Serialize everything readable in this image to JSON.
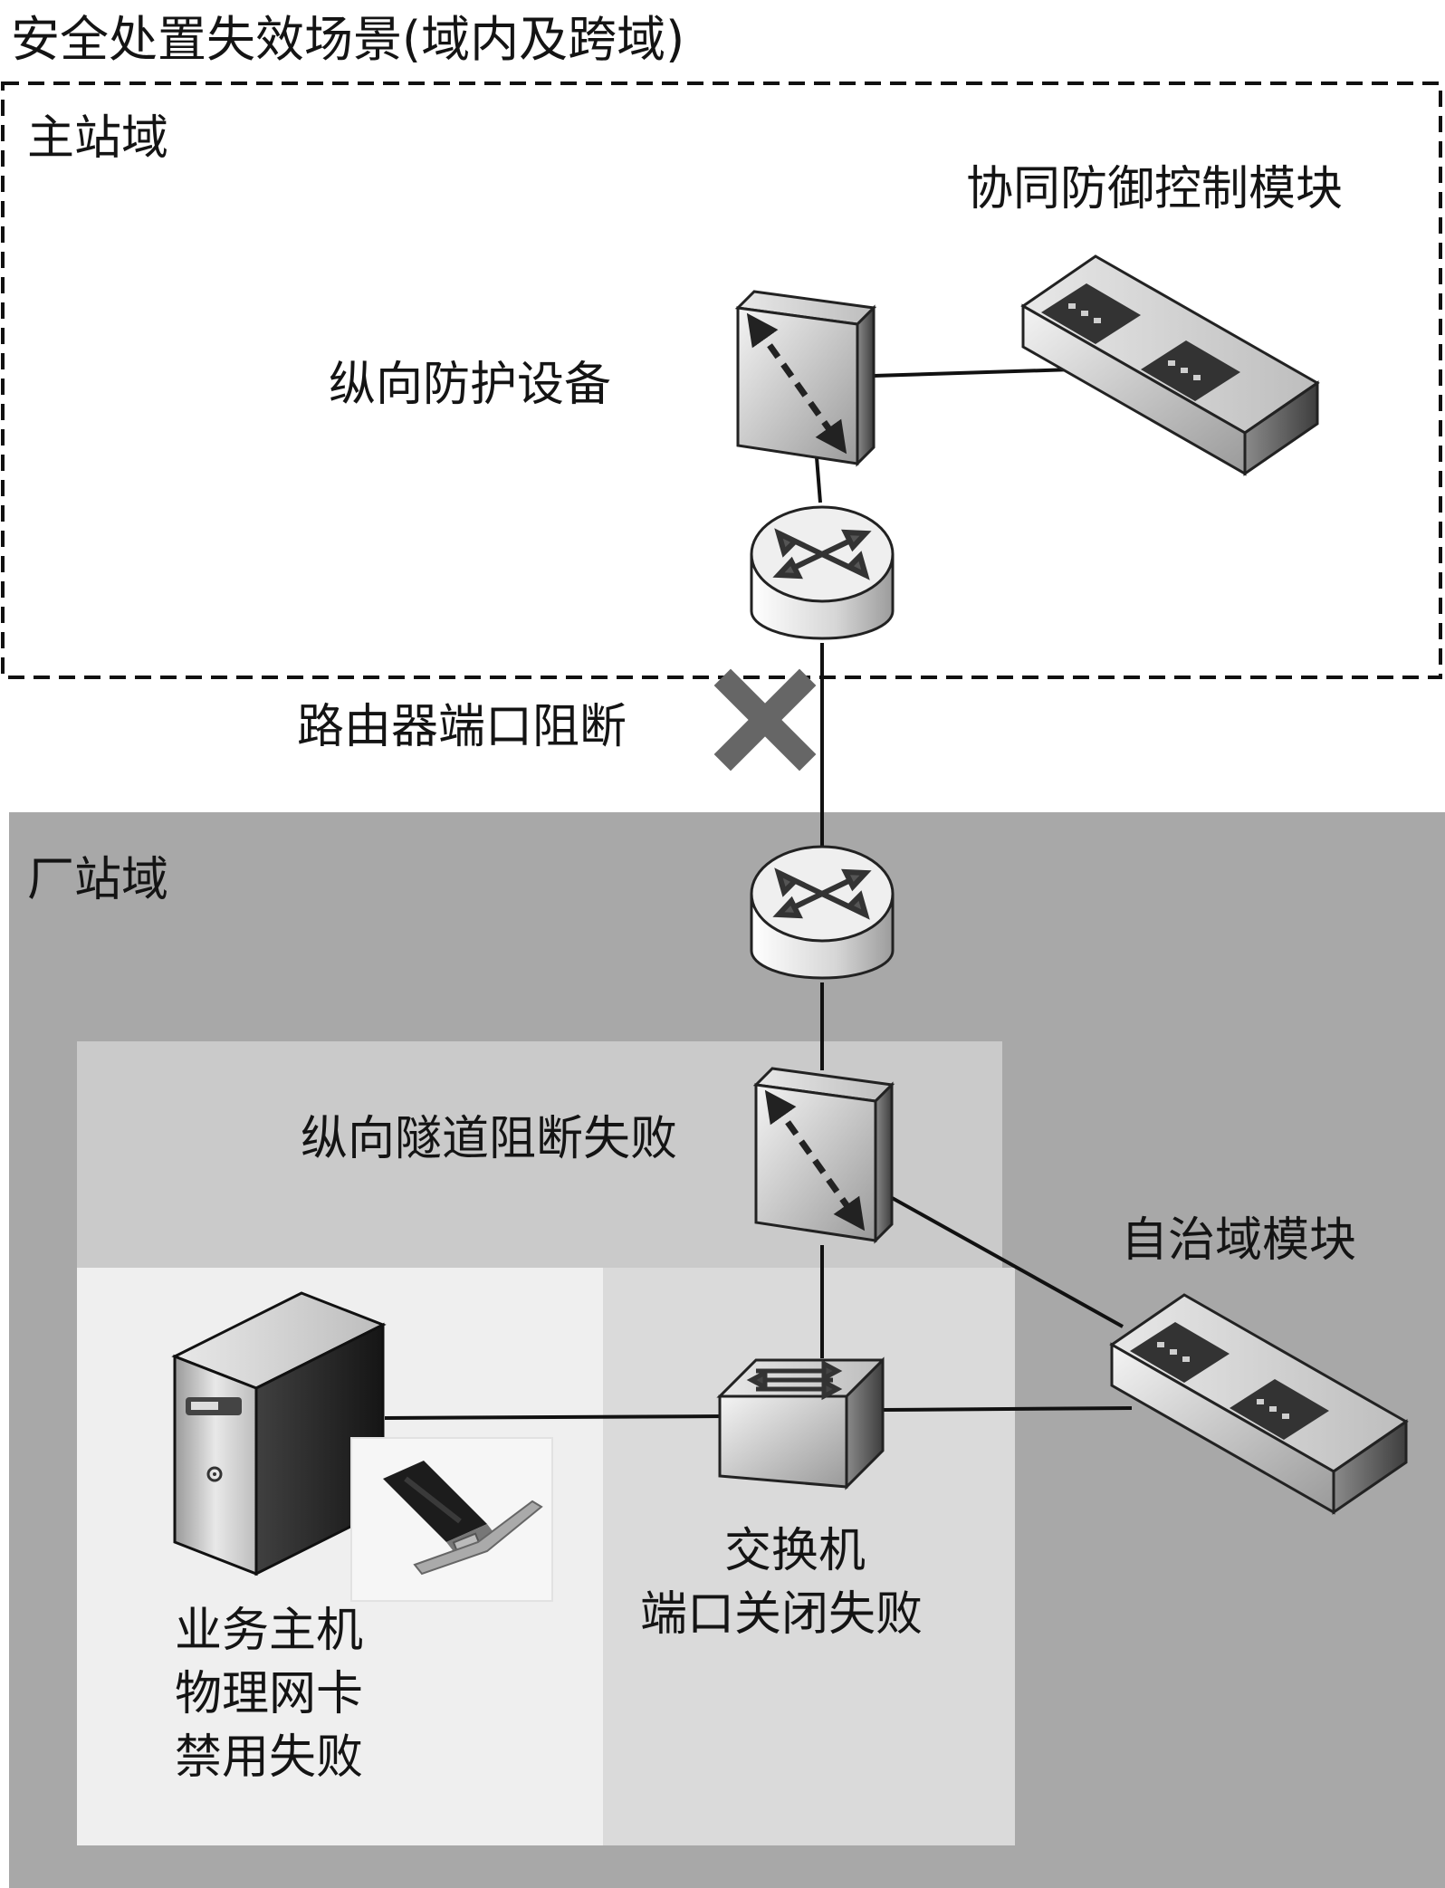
{
  "title": "安全处置失效场景(域内及跨域)",
  "master_domain": {
    "label": "主站域",
    "coordination_module_label": "协同防御控制模块",
    "vertical_protection_label": "纵向防护设备"
  },
  "router_block_label": "路由器端口阻断",
  "plant_domain": {
    "label": "厂站域",
    "tunnel_block_label": "纵向隧道阻断失败",
    "autonomous_module_label": "自治域模块",
    "switch_label_line1": "交换机",
    "switch_label_line2": "端口关闭失败",
    "host_label_line1": "业务主机",
    "host_label_line2": "物理网卡",
    "host_label_line3": "禁用失败"
  },
  "icons": {
    "firewall": "firewall-icon",
    "router": "router-icon",
    "switch": "switch-icon",
    "server": "server-icon",
    "nic": "network-card-icon",
    "blocked": "blocked-x-icon",
    "hub": "hub-icon"
  },
  "colors": {
    "plant_bg": "#a8a8a8",
    "tunnel_panel": "#cacaca",
    "host_panel": "#efefef",
    "switch_panel": "#dadada",
    "x_mark": "#666666"
  }
}
